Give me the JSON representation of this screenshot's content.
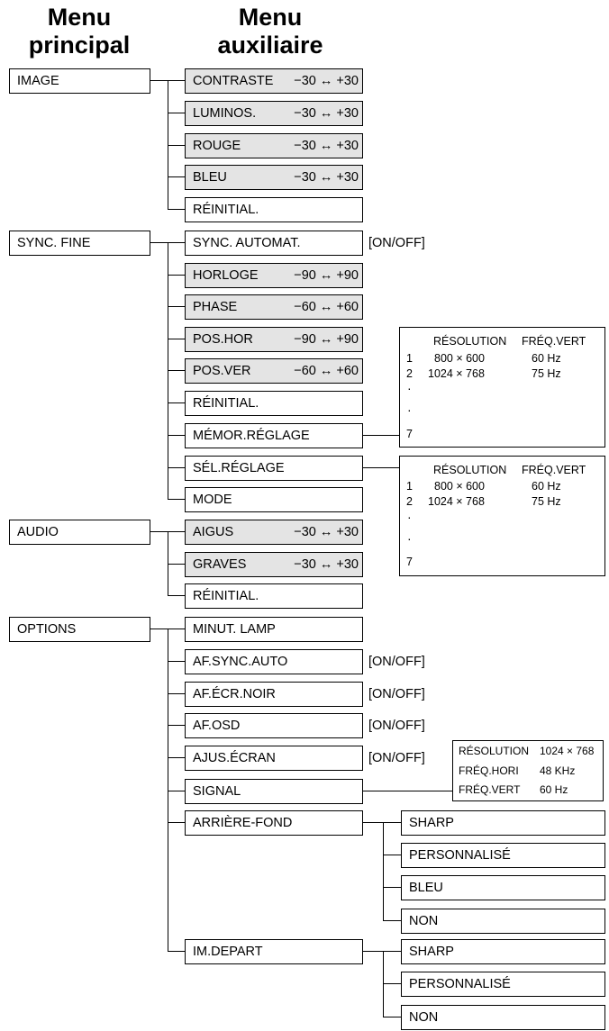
{
  "headers": {
    "main": [
      "Menu",
      "principal"
    ],
    "aux": [
      "Menu",
      "auxiliaire"
    ]
  },
  "main_menu": {
    "image": "IMAGE",
    "sync": "SYNC. FINE",
    "audio": "AUDIO",
    "options": "OPTIONS"
  },
  "image_items": {
    "contraste": {
      "label": "CONTRASTE",
      "range": "−30 ↔ +30"
    },
    "luminos": {
      "label": "LUMINOS.",
      "range": "−30 ↔ +30"
    },
    "rouge": {
      "label": "ROUGE",
      "range": "−30 ↔ +30"
    },
    "bleu": {
      "label": "BLEU",
      "range": "−30 ↔ +30"
    },
    "reset": {
      "label": "RÉINITIAL."
    }
  },
  "sync_items": {
    "auto": {
      "label": "SYNC. AUTOMAT.",
      "option": "[ON/OFF]"
    },
    "horloge": {
      "label": "HORLOGE",
      "range": "−90 ↔ +90"
    },
    "phase": {
      "label": "PHASE",
      "range": "−60 ↔ +60"
    },
    "poshor": {
      "label": "POS.HOR",
      "range": "−90 ↔ +90"
    },
    "posver": {
      "label": "POS.VER",
      "range": "−60 ↔ +60"
    },
    "reset": {
      "label": "RÉINITIAL."
    },
    "memor": {
      "label": "MÉMOR.RÉGLAGE"
    },
    "sel": {
      "label": "SÉL.RÉGLAGE"
    },
    "mode": {
      "label": "MODE"
    }
  },
  "audio_items": {
    "aigus": {
      "label": "AIGUS",
      "range": "−30 ↔ +30"
    },
    "graves": {
      "label": "GRAVES",
      "range": "−30 ↔ +30"
    },
    "reset": {
      "label": "RÉINITIAL."
    }
  },
  "options_items": {
    "minut": {
      "label": "MINUT. LAMP"
    },
    "afsync": {
      "label": "AF.SYNC.AUTO",
      "option": "[ON/OFF]"
    },
    "afecr": {
      "label": "AF.ÉCR.NOIR",
      "option": "[ON/OFF]"
    },
    "afosd": {
      "label": "AF.OSD",
      "option": "[ON/OFF]"
    },
    "ajus": {
      "label": "AJUS.ÉCRAN",
      "option": "[ON/OFF]"
    },
    "signal": {
      "label": "SIGNAL"
    },
    "arriere": {
      "label": "ARRIÈRE-FOND"
    },
    "imdepart": {
      "label": "IM.DEPART"
    }
  },
  "arriere_options": [
    "SHARP",
    "PERSONNALISÉ",
    "BLEU",
    "NON"
  ],
  "imdepart_options": [
    "SHARP",
    "PERSONNALISÉ",
    "NON"
  ],
  "resolution_table": {
    "col_res": "RÉSOLUTION",
    "col_freq": "FRÉQ.VERT",
    "rows": [
      {
        "num": "1",
        "res": "800 × 600",
        "freq": "60 Hz"
      },
      {
        "num": "2",
        "res": "1024 × 768",
        "freq": "75 Hz"
      }
    ],
    "dot": "·",
    "last_num": "7"
  },
  "signal_info": {
    "res_label": "RÉSOLUTION",
    "res_value": "1024 × 768",
    "hori_label": "FRÉQ.HORI",
    "hori_value": "48 KHz",
    "vert_label": "FRÉQ.VERT",
    "vert_value": "60 Hz"
  }
}
